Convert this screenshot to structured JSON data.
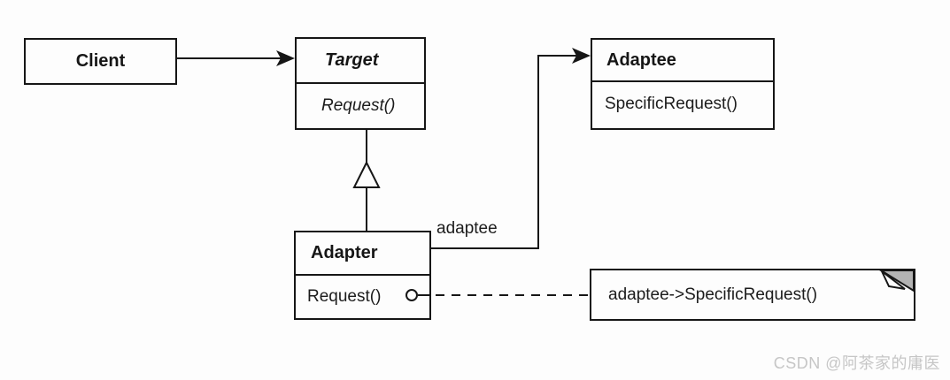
{
  "diagram": {
    "kind": "uml-class-diagram",
    "pattern": "Adapter (object adapter)",
    "classes": [
      {
        "id": "client",
        "name": "Client",
        "abstract": false,
        "methods": []
      },
      {
        "id": "target",
        "name": "Target",
        "abstract": true,
        "methods": [
          "Request()"
        ]
      },
      {
        "id": "adaptee",
        "name": "Adaptee",
        "abstract": false,
        "methods": [
          "SpecificRequest()"
        ]
      },
      {
        "id": "adapter",
        "name": "Adapter",
        "abstract": false,
        "methods": [
          "Request()"
        ]
      }
    ],
    "relations": [
      {
        "from": "Client",
        "to": "Target",
        "type": "association-arrow"
      },
      {
        "from": "Adapter",
        "to": "Target",
        "type": "generalization-triangle"
      },
      {
        "from": "Adapter",
        "to": "Adaptee",
        "type": "association-arrow",
        "label": "adaptee"
      }
    ],
    "association_label": "adaptee",
    "note": {
      "text": "adaptee->SpecificRequest()"
    },
    "watermark": "CSDN @阿茶家的庸医",
    "colors": {
      "line": "#161616",
      "background": "#fdfdfd",
      "note_fold_gray": "#b3b3b3",
      "watermark_gray": "#c6c6c6"
    }
  }
}
